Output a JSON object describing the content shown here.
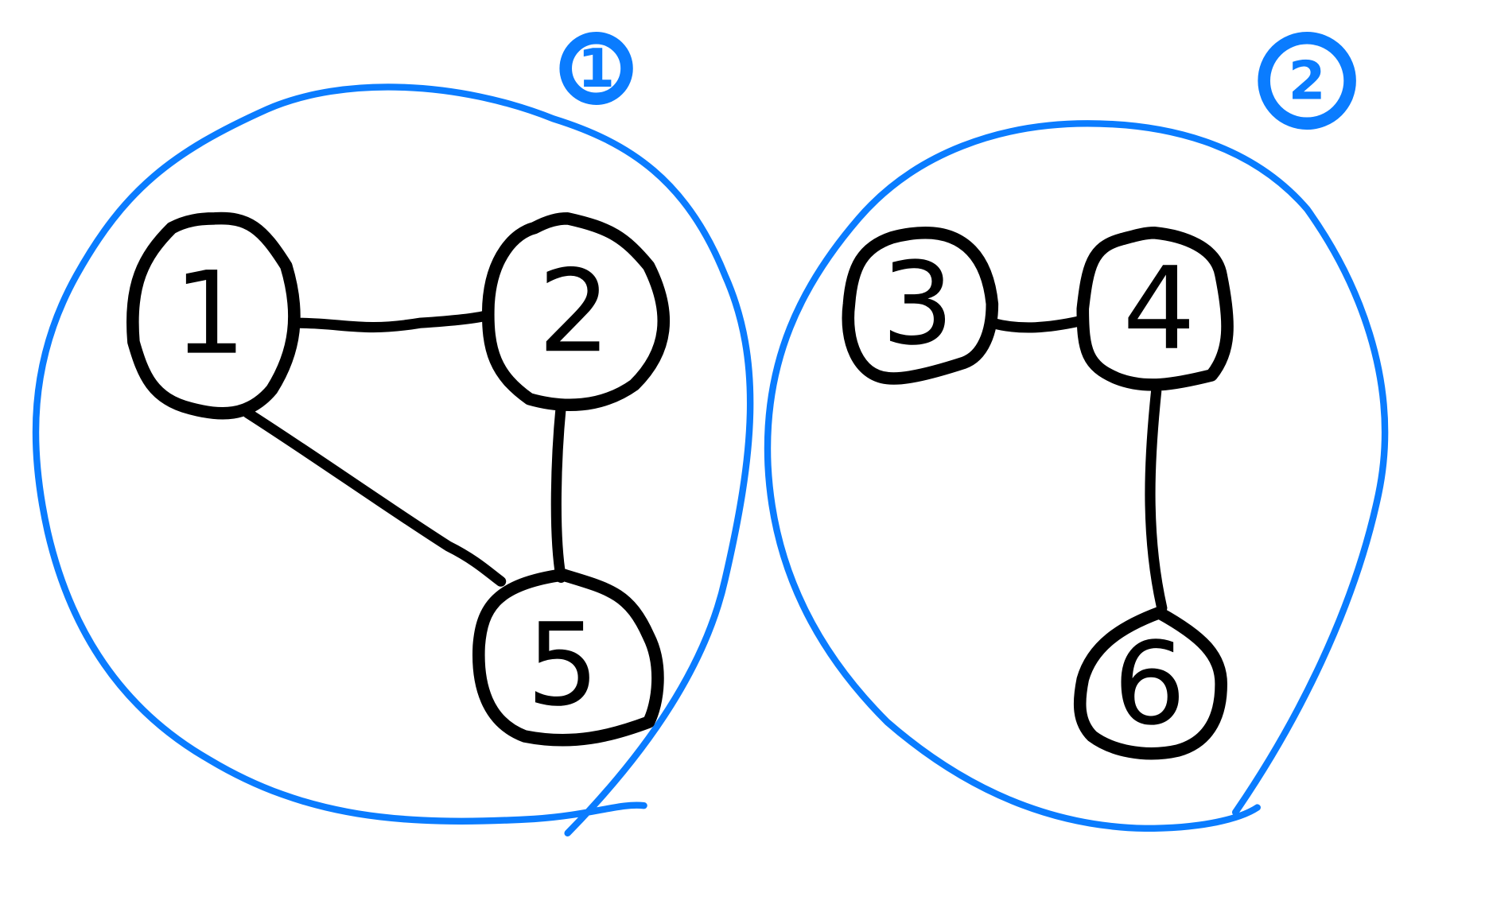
{
  "colors": {
    "node": "#000000",
    "component": "#0a7cff"
  },
  "components": [
    {
      "label": "1",
      "nodes": [
        "1",
        "2",
        "5"
      ]
    },
    {
      "label": "2",
      "nodes": [
        "3",
        "4",
        "6"
      ]
    }
  ],
  "nodes": [
    {
      "id": "1",
      "label": "1"
    },
    {
      "id": "2",
      "label": "2"
    },
    {
      "id": "5",
      "label": "5"
    },
    {
      "id": "3",
      "label": "3"
    },
    {
      "id": "4",
      "label": "4"
    },
    {
      "id": "6",
      "label": "6"
    }
  ],
  "edges": [
    [
      "1",
      "2"
    ],
    [
      "1",
      "5"
    ],
    [
      "2",
      "5"
    ],
    [
      "3",
      "4"
    ],
    [
      "4",
      "6"
    ]
  ]
}
